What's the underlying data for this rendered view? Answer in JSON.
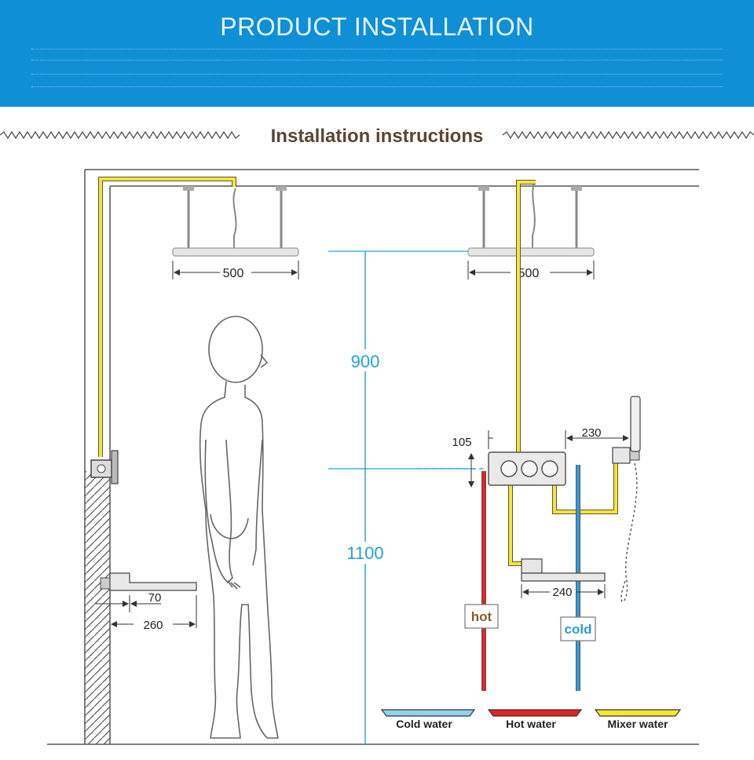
{
  "header": {
    "title": "PRODUCT INSTALLATION",
    "accent_color": "#0f8fd6"
  },
  "section": {
    "title": "Installation instructions"
  },
  "dimensions": {
    "left_rain_width": "500",
    "right_rain_width": "500",
    "height_upper": "900",
    "height_lower": "1100",
    "valve_offset": "105",
    "handheld_offset": "230",
    "spout_width": "240",
    "left_spout_short": "70",
    "left_spout_long": "260"
  },
  "pipe_tags": {
    "hot": "hot",
    "cold": "cold"
  },
  "legend": [
    {
      "label": "Cold water",
      "color": "#8fd3f0"
    },
    {
      "label": "Hot water",
      "color": "#e3222a"
    },
    {
      "label": "Mixer water",
      "color": "#f7e62b"
    }
  ],
  "colors": {
    "mixer": "#f7e62b",
    "hot": "#e3222a",
    "cold": "#2d9be0",
    "dimension_blue": "#1fa3dc",
    "title_brown": "#5b4532"
  }
}
